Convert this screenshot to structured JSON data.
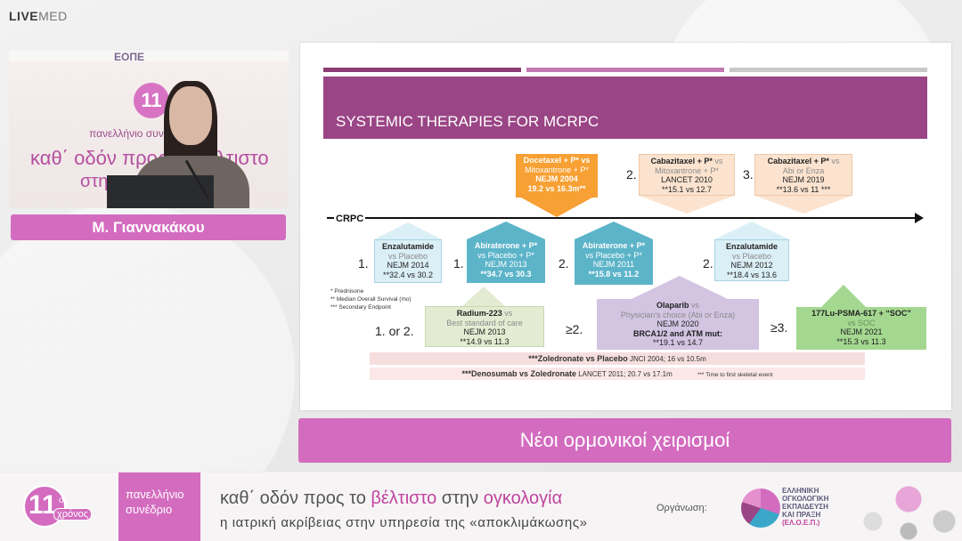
{
  "brand": {
    "live": "LIVE",
    "med": "MED"
  },
  "video": {
    "logo_text": "ΕΟΠΕ",
    "badge": "11",
    "bg_line1": "πανελλήνιο συνέδριο",
    "bg_line2": "καθ΄ οδόν προς το βέλτιστο",
    "bg_line3": "στην ογκολογία"
  },
  "speaker": {
    "name": "Μ. Γιαννακάκου"
  },
  "slide": {
    "title": "SYSTEMIC THERAPIES FOR MCRPC",
    "timeline_label": "CRPC",
    "above": [
      {
        "num": "",
        "name": "Docetaxel + P*",
        "vs": " vs",
        "comparator": "Mitoxantrone + P*",
        "ref": "NEJM 2004",
        "result": "19.2 vs 16.3m**",
        "color": "#f7a033"
      },
      {
        "num": "2.",
        "name": "Cabazitaxel + P*",
        "vs": " vs",
        "comparator": "Mitoxantrone + P*",
        "ref": "LANCET 2010",
        "result": "**15.1 vs 12.7",
        "color": "#fbe3cf"
      },
      {
        "num": "3.",
        "name": "Cabazitaxel + P*",
        "vs": " vs",
        "comparator": "Abi or Enza",
        "ref": "NEJM 2019",
        "result": "**13.6 vs 11 ***",
        "color": "#fbe3cf"
      }
    ],
    "below": [
      {
        "num": "1.",
        "name": "Enzalutamide",
        "comparator": "vs Placebo",
        "ref": "NEJM 2014",
        "result": "**32.4 vs 30.2",
        "color": "#dbeff6"
      },
      {
        "num": "1.",
        "name": "Abiraterone + P*",
        "comparator": "vs Placebo + P*",
        "ref": "NEJM 2013",
        "result": "**34.7 vs 30.3",
        "color": "#5cb4c9"
      },
      {
        "num": "2.",
        "name": "Abiraterone + P*",
        "comparator": "vs Placebo + P*",
        "ref": "NEJM 2011",
        "result": "**15.8 vs 11.2",
        "color": "#5cb4c9"
      },
      {
        "num": "2.",
        "name": "Enzalutamide",
        "comparator": "vs Placebo",
        "ref": "NEJM 2012",
        "result": "**18.4 vs 13.6",
        "color": "#dbeff6"
      }
    ],
    "lower": [
      {
        "num": "1. or 2.",
        "name": "Radium-223",
        "vs": " vs",
        "comparator": "Best standard of care",
        "ref": "NEJM 2013",
        "result": "**14.9 vs 11.3",
        "color": "#e3ecd2"
      },
      {
        "num": "≥2.",
        "name": "Olaparib",
        "vs": " vs",
        "comparator": "Physician's choice (Abi or Enza)",
        "ref": "NEJM 2020",
        "extra": "BRCA1/2 and ATM mut:",
        "result": "**19.1 vs 14.7",
        "color": "#d3c4e2"
      },
      {
        "num": "≥3.",
        "name": "177Lu-PSMA-617 + “SOC”",
        "comparator": "vs SOC",
        "ref": "NEJM 2021",
        "result": "**15.3 vs 11.3",
        "color": "#a4d890"
      }
    ],
    "legend": [
      "* Prednisone",
      "** Median Overall Survival (mo)",
      "*** Secondary Endpoint"
    ],
    "bands": [
      {
        "bold": "***Zoledronate vs Placebo",
        "rest": "JNCI 2004; 16 vs 10.5m",
        "note": ""
      },
      {
        "bold": "***Denosumab  vs Zoledronate",
        "rest": "LANCET 2011; 20.7 vs 17.1m",
        "note": "***  Time to first skeletal event"
      }
    ]
  },
  "caption": "Νέοι ορμονικοί χειρισμοί",
  "footer": {
    "badge_num": "11",
    "badge_os": "ος",
    "badge_word": "χρόνος",
    "box_line1": "πανελλήνιο",
    "box_line2": "συνέδριο",
    "tag_a": "καθ΄ οδόν προς το ",
    "tag_b": "βέλτιστο",
    "tag_c": " στην ",
    "tag_d": "ογκολογία",
    "tag_line2": "η ιατρική ακρίβειας στην υπηρεσία της «αποκλιμάκωσης»",
    "organizer_label": "Οργάνωση:",
    "org_line1": "ΕΛΛΗΝΙΚΗ",
    "org_line2": "ΟΓΚΟΛΟΓΙΚΗ",
    "org_line3": "ΕΚΠΑΙΔΕΥΣΗ",
    "org_line4": "ΚΑΙ ΠΡΑΞΗ",
    "org_abbr": "(ΕΛ.Ο.Ε.Π.)"
  }
}
